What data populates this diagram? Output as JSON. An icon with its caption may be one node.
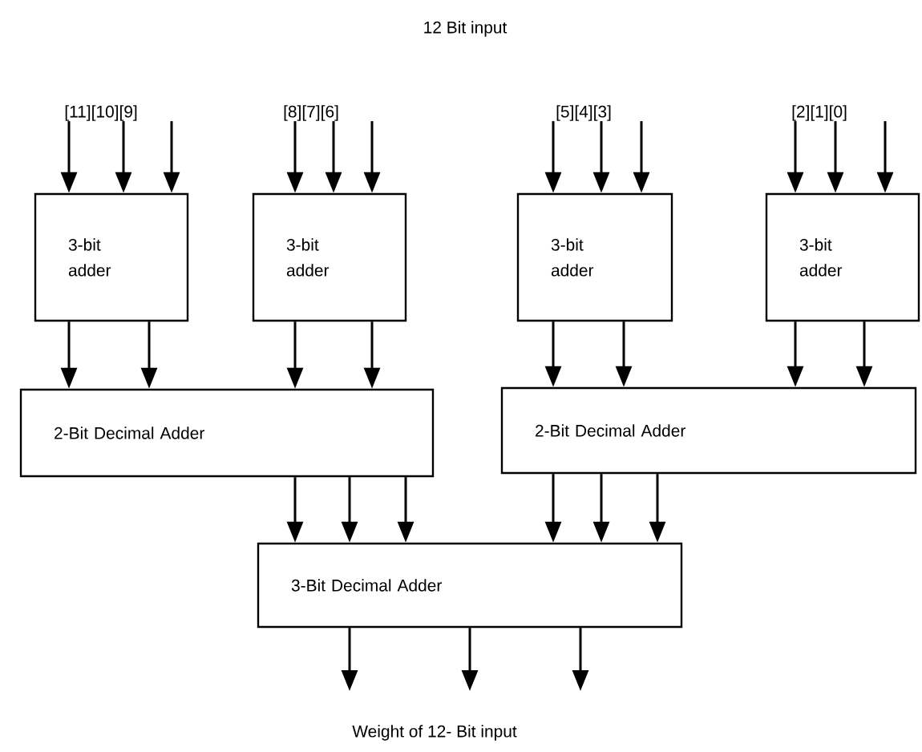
{
  "diagram": {
    "title": "12 Bit input",
    "caption": "Weight of 12- Bit input",
    "nodes": [
      {
        "text": [
          "[11][10][9]"
        ]
      },
      {
        "text": [
          "[8][7][6]"
        ]
      },
      {
        "text": [
          "[5][4][3]"
        ]
      },
      {
        "text": [
          "[2][1][0]"
        ]
      },
      {
        "text": [
          "3-bit adder"
        ]
      },
      {
        "text": [
          "3-bit adder"
        ]
      },
      {
        "text": [
          "3-bit adder"
        ]
      },
      {
        "text": [
          "3-bit adder"
        ]
      },
      {
        "text": [
          "2-Bit Decimal Adder"
        ]
      },
      {
        "text": [
          "2-Bit Decimal Adder"
        ]
      },
      {
        "text": [
          "3-Bit Decimal Adder"
        ]
      }
    ],
    "edges": [
      {
        "from": 0,
        "to": 4,
        "arrow": "to"
      },
      {
        "from": 0,
        "to": 4,
        "arrow": "to"
      },
      {
        "from": 0,
        "to": 4,
        "arrow": "to"
      },
      {
        "from": 1,
        "to": 5,
        "arrow": "to"
      },
      {
        "from": 1,
        "to": 5,
        "arrow": "to"
      },
      {
        "from": 1,
        "to": 5,
        "arrow": "to"
      },
      {
        "from": 2,
        "to": 6,
        "arrow": "to"
      },
      {
        "from": 2,
        "to": 6,
        "arrow": "to"
      },
      {
        "from": 2,
        "to": 6,
        "arrow": "to"
      },
      {
        "from": 3,
        "to": 7,
        "arrow": "to"
      },
      {
        "from": 3,
        "to": 7,
        "arrow": "to"
      },
      {
        "from": 3,
        "to": 7,
        "arrow": "to"
      },
      {
        "from": 4,
        "to": 8,
        "arrow": "to"
      },
      {
        "from": 4,
        "to": 8,
        "arrow": "to"
      },
      {
        "from": 5,
        "to": 8,
        "arrow": "to"
      },
      {
        "from": 5,
        "to": 8,
        "arrow": "to"
      },
      {
        "from": 6,
        "to": 9,
        "arrow": "to"
      },
      {
        "from": 6,
        "to": 9,
        "arrow": "to"
      },
      {
        "from": 7,
        "to": 9,
        "arrow": "to"
      },
      {
        "from": 7,
        "to": 9,
        "arrow": "to"
      },
      {
        "from": 8,
        "to": 10,
        "arrow": "to"
      },
      {
        "from": 8,
        "to": 10,
        "arrow": "to"
      },
      {
        "from": 8,
        "to": 10,
        "arrow": "to"
      },
      {
        "from": 9,
        "to": 10,
        "arrow": "to"
      },
      {
        "from": 9,
        "to": 10,
        "arrow": "to"
      },
      {
        "from": 9,
        "to": 10,
        "arrow": "to"
      },
      {
        "from": 10,
        "to": null,
        "arrow": "to"
      },
      {
        "from": 10,
        "to": null,
        "arrow": "to"
      },
      {
        "from": 10,
        "to": null,
        "arrow": "to"
      }
    ]
  }
}
